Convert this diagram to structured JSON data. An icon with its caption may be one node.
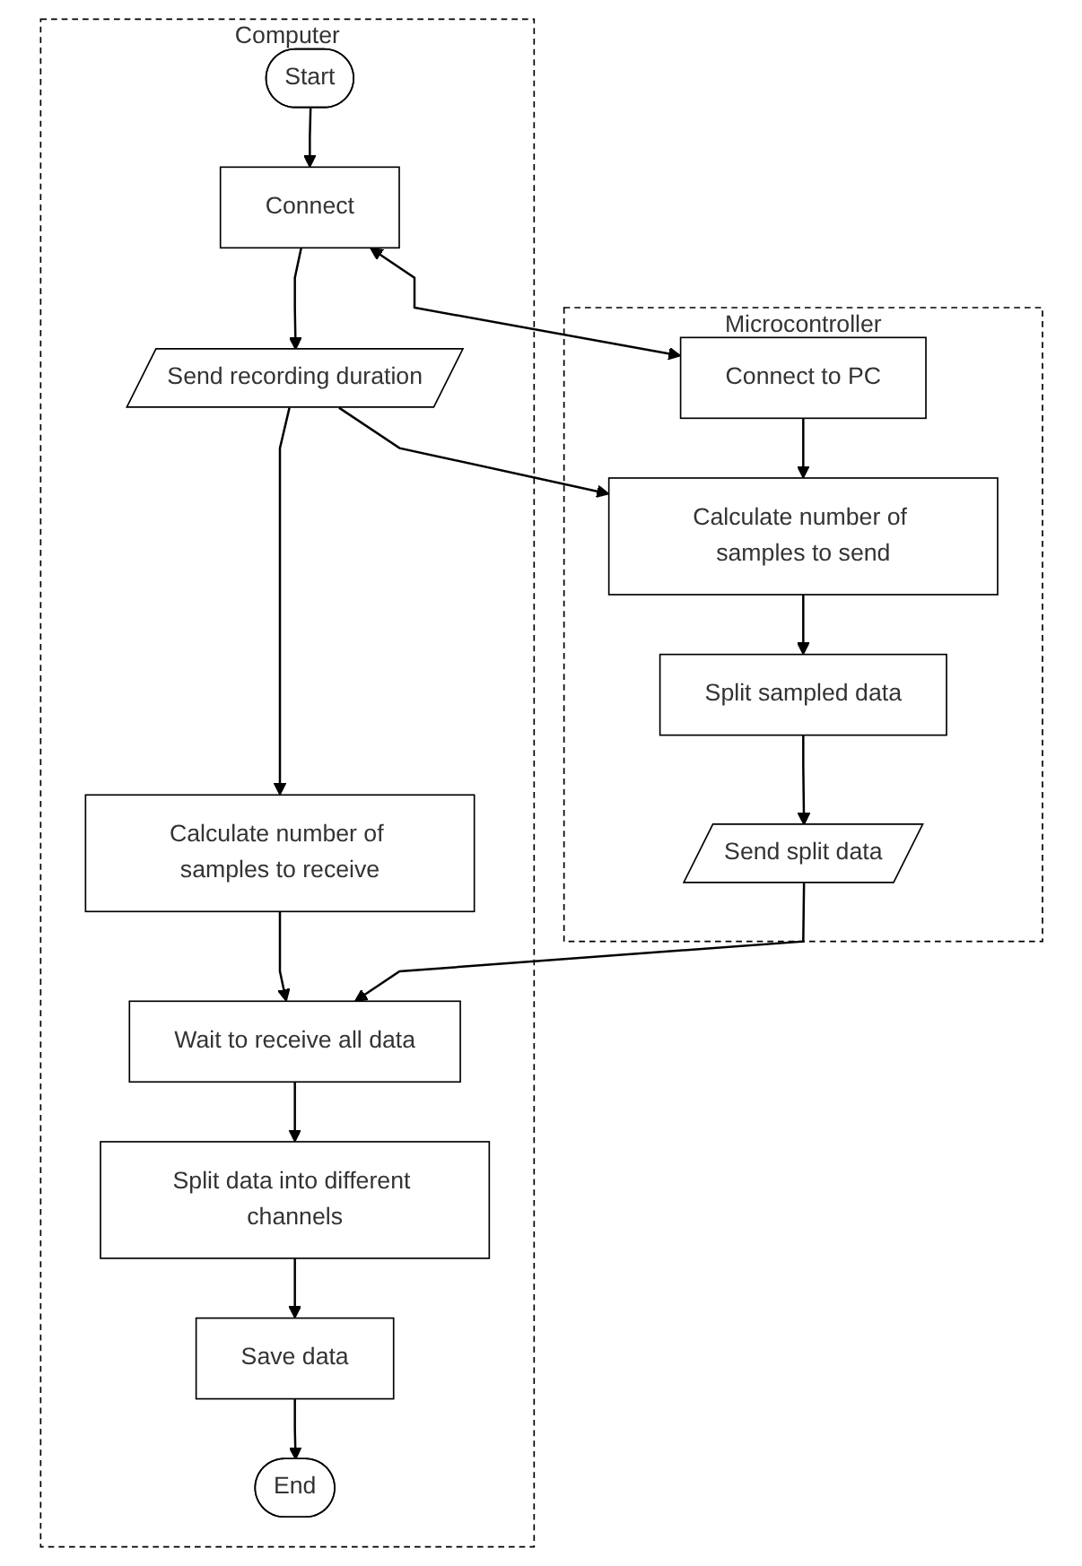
{
  "diagram": {
    "nodes": [
      {
        "text": [
          "Computer"
        ]
      },
      {
        "text": [
          "Start"
        ],
        "in": 0
      },
      {
        "text": [
          "Connect"
        ],
        "in": 0
      },
      {
        "text": [
          "Send recording duration"
        ],
        "in": 0
      },
      {
        "text": [
          "Calculate number of samples to receive"
        ],
        "in": 0
      },
      {
        "text": [
          "Wait to receive all data"
        ],
        "in": 0
      },
      {
        "text": [
          "Split data into different channels"
        ],
        "in": 0
      },
      {
        "text": [
          "Save data"
        ],
        "in": 0
      },
      {
        "text": [
          "End"
        ],
        "in": 0
      },
      {
        "text": [
          "Microcontroller"
        ]
      },
      {
        "text": [
          "Connect to PC"
        ],
        "in": 9
      },
      {
        "text": [
          "Calculate number of samples to send"
        ],
        "in": 9
      },
      {
        "text": [
          "Split sampled data"
        ],
        "in": 9
      },
      {
        "text": [
          "Send split data"
        ],
        "in": 9
      }
    ],
    "edges": [
      {
        "from": 1,
        "to": 2,
        "arrow": "to"
      },
      {
        "from": 2,
        "to": 10,
        "arrow": "both"
      },
      {
        "from": 2,
        "to": 3,
        "arrow": "to"
      },
      {
        "from": 3,
        "to": 11,
        "arrow": "to"
      },
      {
        "from": 3,
        "to": 4,
        "arrow": "to"
      },
      {
        "from": 4,
        "to": 5,
        "arrow": "to"
      },
      {
        "from": 5,
        "to": 6,
        "arrow": "to"
      },
      {
        "from": 6,
        "to": 7,
        "arrow": "to"
      },
      {
        "from": 7,
        "to": 8,
        "arrow": "to"
      },
      {
        "from": 10,
        "to": 11,
        "arrow": "to"
      },
      {
        "from": 11,
        "to": 12,
        "arrow": "to"
      },
      {
        "from": 12,
        "to": 13,
        "arrow": "to"
      },
      {
        "from": 13,
        "to": 5,
        "arrow": "to"
      }
    ]
  }
}
